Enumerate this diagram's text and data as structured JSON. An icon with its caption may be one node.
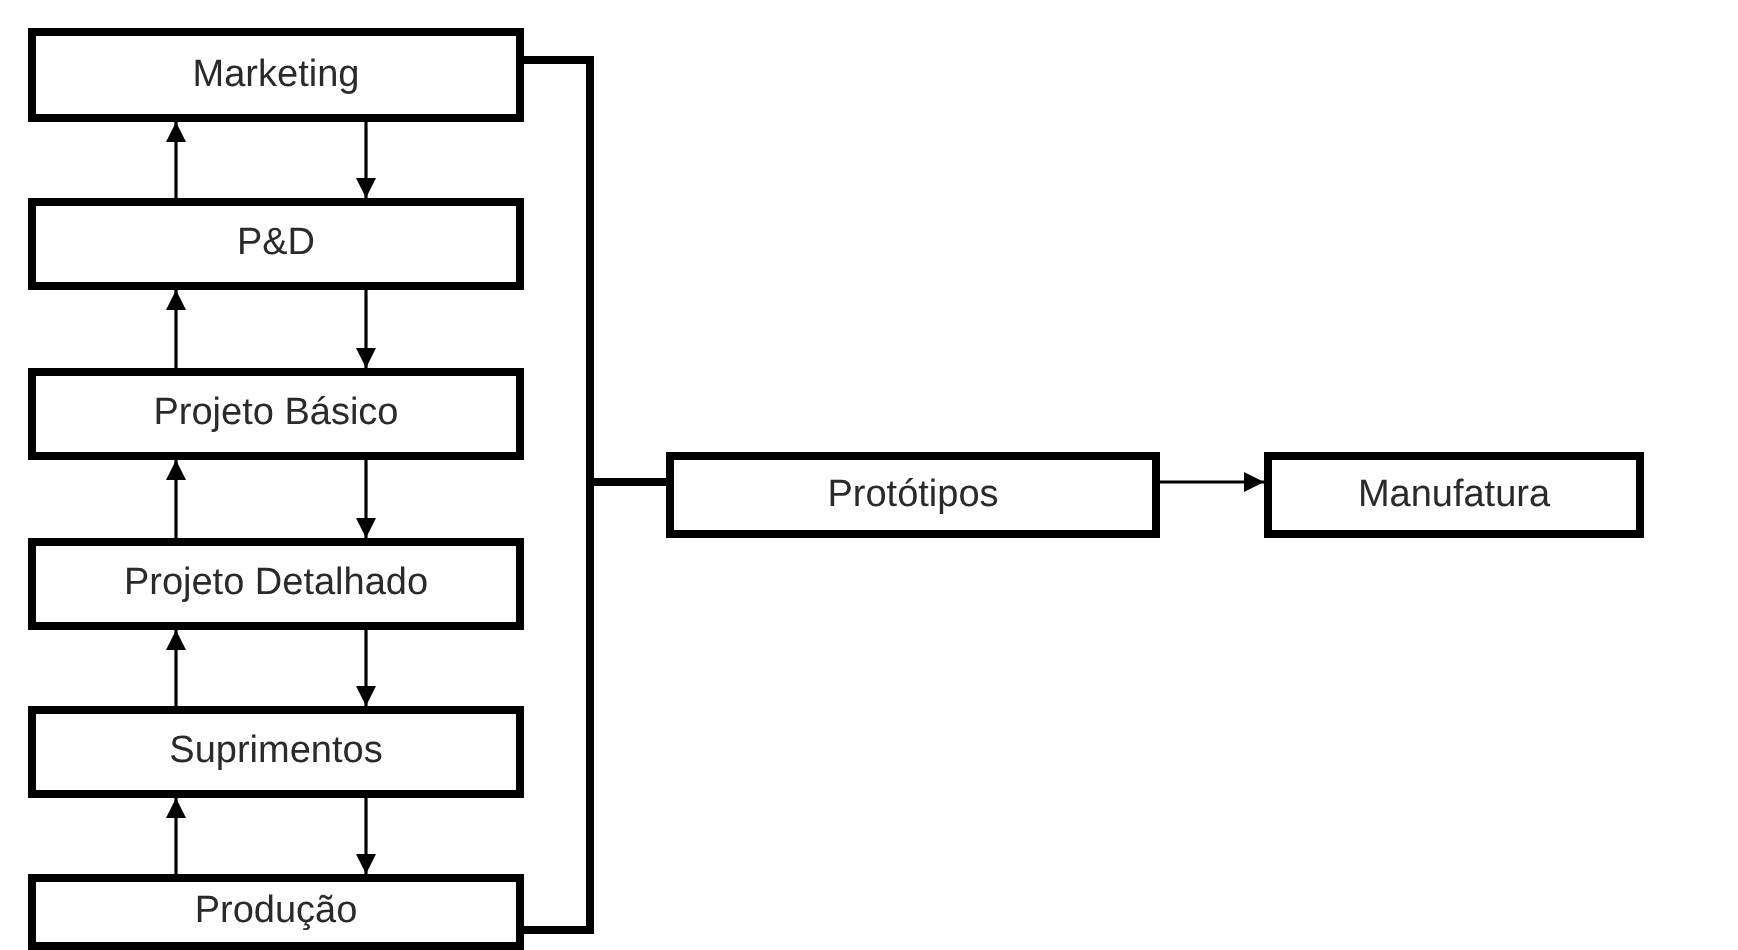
{
  "diagram": {
    "nodes": [
      {
        "text": [
          "Marketing"
        ]
      },
      {
        "text": [
          "P&D"
        ]
      },
      {
        "text": [
          "Projeto Básico"
        ]
      },
      {
        "text": [
          "Projeto Detalhado"
        ]
      },
      {
        "text": [
          "Suprimentos"
        ]
      },
      {
        "text": [
          "Produção"
        ]
      },
      {
        "text": [
          "Protótipos"
        ]
      },
      {
        "text": [
          "Manufatura"
        ]
      }
    ],
    "edges": [
      {
        "from": 0,
        "to": 1,
        "arrow": "to"
      },
      {
        "from": 1,
        "to": 0,
        "arrow": "to"
      },
      {
        "from": 1,
        "to": 2,
        "arrow": "to"
      },
      {
        "from": 2,
        "to": 1,
        "arrow": "to"
      },
      {
        "from": 2,
        "to": 3,
        "arrow": "to"
      },
      {
        "from": 3,
        "to": 2,
        "arrow": "to"
      },
      {
        "from": 3,
        "to": 4,
        "arrow": "to"
      },
      {
        "from": 4,
        "to": 3,
        "arrow": "to"
      },
      {
        "from": 4,
        "to": 5,
        "arrow": "to"
      },
      {
        "from": 5,
        "to": 4,
        "arrow": "to"
      },
      {
        "from": 0,
        "to": 6,
        "arrow": "none",
        "style": "thick"
      },
      {
        "from": 5,
        "to": 6,
        "arrow": "none",
        "style": "thick"
      },
      {
        "from": 6,
        "to": 7,
        "arrow": "to"
      }
    ]
  }
}
